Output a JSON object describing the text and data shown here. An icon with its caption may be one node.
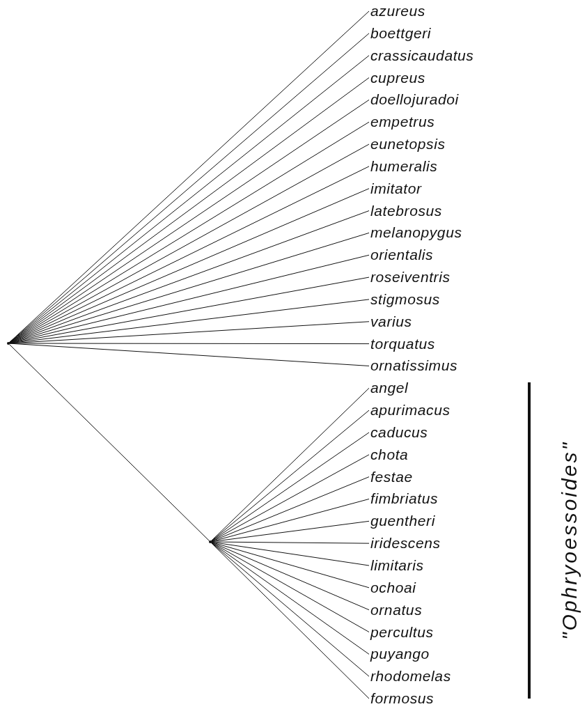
{
  "diagram": {
    "nodes": [
      {
        "text": [],
        "shape": "dot"
      },
      {
        "text": [
          "azureus"
        ]
      },
      {
        "text": [
          "boettgeri"
        ]
      },
      {
        "text": [
          "crassicaudatus"
        ]
      },
      {
        "text": [
          "cupreus"
        ]
      },
      {
        "text": [
          "doellojuradoi"
        ]
      },
      {
        "text": [
          "empetrus"
        ]
      },
      {
        "text": [
          "eunetopsis"
        ]
      },
      {
        "text": [
          "humeralis"
        ]
      },
      {
        "text": [
          "imitator"
        ]
      },
      {
        "text": [
          "latebrosus"
        ]
      },
      {
        "text": [
          "melanopygus"
        ]
      },
      {
        "text": [
          "orientalis"
        ]
      },
      {
        "text": [
          "roseiventris"
        ]
      },
      {
        "text": [
          "stigmosus"
        ]
      },
      {
        "text": [
          "varius"
        ]
      },
      {
        "text": [
          "torquatus"
        ]
      },
      {
        "text": [
          "ornatissimus"
        ]
      },
      {
        "text": [],
        "shape": "dot"
      },
      {
        "text": [
          "angel"
        ]
      },
      {
        "text": [
          "apurimacus"
        ]
      },
      {
        "text": [
          "caducus"
        ]
      },
      {
        "text": [
          "chota"
        ]
      },
      {
        "text": [
          "festae"
        ]
      },
      {
        "text": [
          "fimbriatus"
        ]
      },
      {
        "text": [
          "guentheri"
        ]
      },
      {
        "text": [
          "iridescens"
        ]
      },
      {
        "text": [
          "limitaris"
        ]
      },
      {
        "text": [
          "ochoai"
        ]
      },
      {
        "text": [
          "ornatus"
        ]
      },
      {
        "text": [
          "percultus"
        ]
      },
      {
        "text": [
          "puyango"
        ]
      },
      {
        "text": [
          "rhodomelas"
        ]
      },
      {
        "text": [
          "formosus"
        ]
      }
    ],
    "edges": [
      {
        "from": 0,
        "to": 1,
        "arrow": "none"
      },
      {
        "from": 0,
        "to": 2,
        "arrow": "none"
      },
      {
        "from": 0,
        "to": 3,
        "arrow": "none"
      },
      {
        "from": 0,
        "to": 4,
        "arrow": "none"
      },
      {
        "from": 0,
        "to": 5,
        "arrow": "none"
      },
      {
        "from": 0,
        "to": 6,
        "arrow": "none"
      },
      {
        "from": 0,
        "to": 7,
        "arrow": "none"
      },
      {
        "from": 0,
        "to": 8,
        "arrow": "none"
      },
      {
        "from": 0,
        "to": 9,
        "arrow": "none"
      },
      {
        "from": 0,
        "to": 10,
        "arrow": "none"
      },
      {
        "from": 0,
        "to": 11,
        "arrow": "none"
      },
      {
        "from": 0,
        "to": 12,
        "arrow": "none"
      },
      {
        "from": 0,
        "to": 13,
        "arrow": "none"
      },
      {
        "from": 0,
        "to": 14,
        "arrow": "none"
      },
      {
        "from": 0,
        "to": 15,
        "arrow": "none"
      },
      {
        "from": 0,
        "to": 16,
        "arrow": "none"
      },
      {
        "from": 0,
        "to": 17,
        "arrow": "none"
      },
      {
        "from": 0,
        "to": 18,
        "arrow": "none"
      },
      {
        "from": 18,
        "to": 19,
        "arrow": "none"
      },
      {
        "from": 18,
        "to": 20,
        "arrow": "none"
      },
      {
        "from": 18,
        "to": 21,
        "arrow": "none"
      },
      {
        "from": 18,
        "to": 22,
        "arrow": "none"
      },
      {
        "from": 18,
        "to": 23,
        "arrow": "none"
      },
      {
        "from": 18,
        "to": 24,
        "arrow": "none"
      },
      {
        "from": 18,
        "to": 25,
        "arrow": "none"
      },
      {
        "from": 18,
        "to": 26,
        "arrow": "none"
      },
      {
        "from": 18,
        "to": 27,
        "arrow": "none"
      },
      {
        "from": 18,
        "to": 28,
        "arrow": "none"
      },
      {
        "from": 18,
        "to": 29,
        "arrow": "none"
      },
      {
        "from": 18,
        "to": 30,
        "arrow": "none"
      },
      {
        "from": 18,
        "to": 31,
        "arrow": "none"
      },
      {
        "from": 18,
        "to": 32,
        "arrow": "none"
      },
      {
        "from": 18,
        "to": 33,
        "arrow": "none"
      }
    ],
    "labels": [
      "\"Ophryoessoides\""
    ]
  }
}
